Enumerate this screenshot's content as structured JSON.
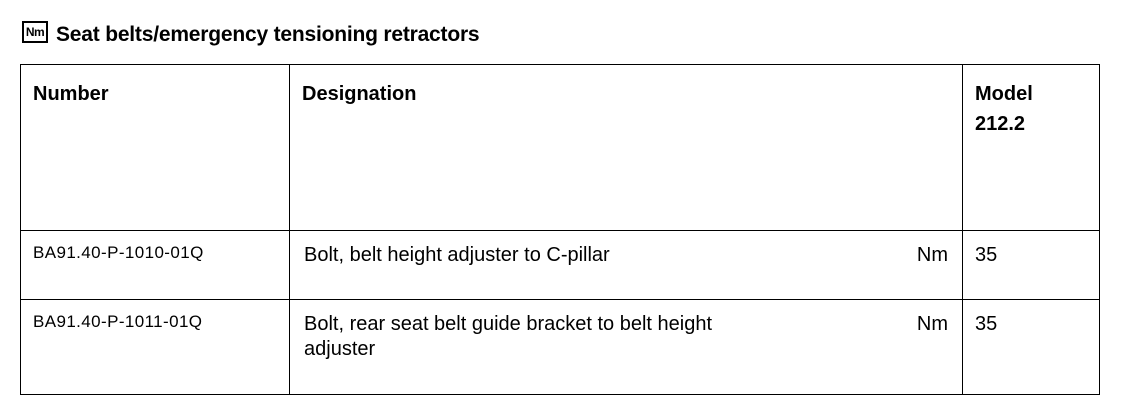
{
  "section": {
    "icon": "Nm",
    "title": "Seat belts/emergency tensioning retractors"
  },
  "table": {
    "headers": {
      "number": "Number",
      "designation": "Designation",
      "model_label": "Model",
      "model_value": "212.2"
    },
    "rows": [
      {
        "number": "BA91.40-P-1010-01Q",
        "designation": "Bolt, belt height adjuster to C-pillar",
        "unit": "Nm",
        "value": "35"
      },
      {
        "number": "BA91.40-P-1011-01Q",
        "designation": "Bolt, rear seat belt guide bracket to belt height adjuster",
        "unit": "Nm",
        "value": "35"
      }
    ]
  }
}
